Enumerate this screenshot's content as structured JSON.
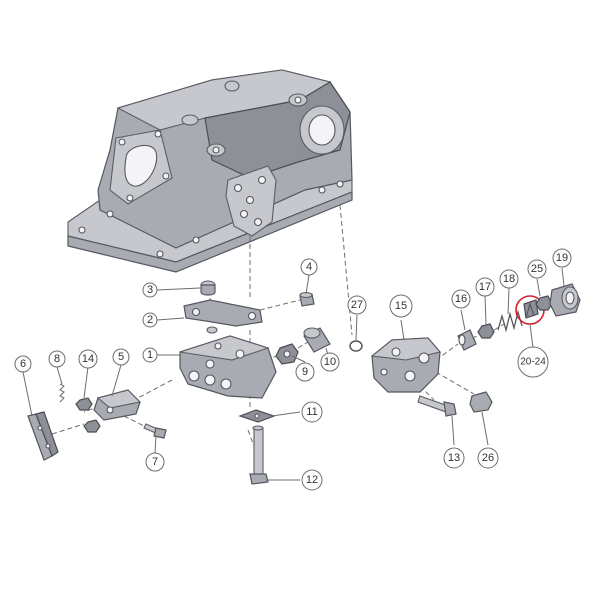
{
  "diagram": {
    "accent_color": "#d81e2c",
    "callouts": {
      "c1": "1",
      "c2": "2",
      "c3": "3",
      "c4": "4",
      "c5": "5",
      "c6": "6",
      "c7": "7",
      "c8": "8",
      "c9": "9",
      "c10": "10",
      "c11": "11",
      "c12": "12",
      "c13": "13",
      "c14": "14",
      "c15": "15",
      "c16": "16",
      "c17": "17",
      "c18": "18",
      "c19": "19",
      "c25": "25",
      "c26": "26",
      "c27": "27",
      "c2024": "20-24"
    }
  }
}
